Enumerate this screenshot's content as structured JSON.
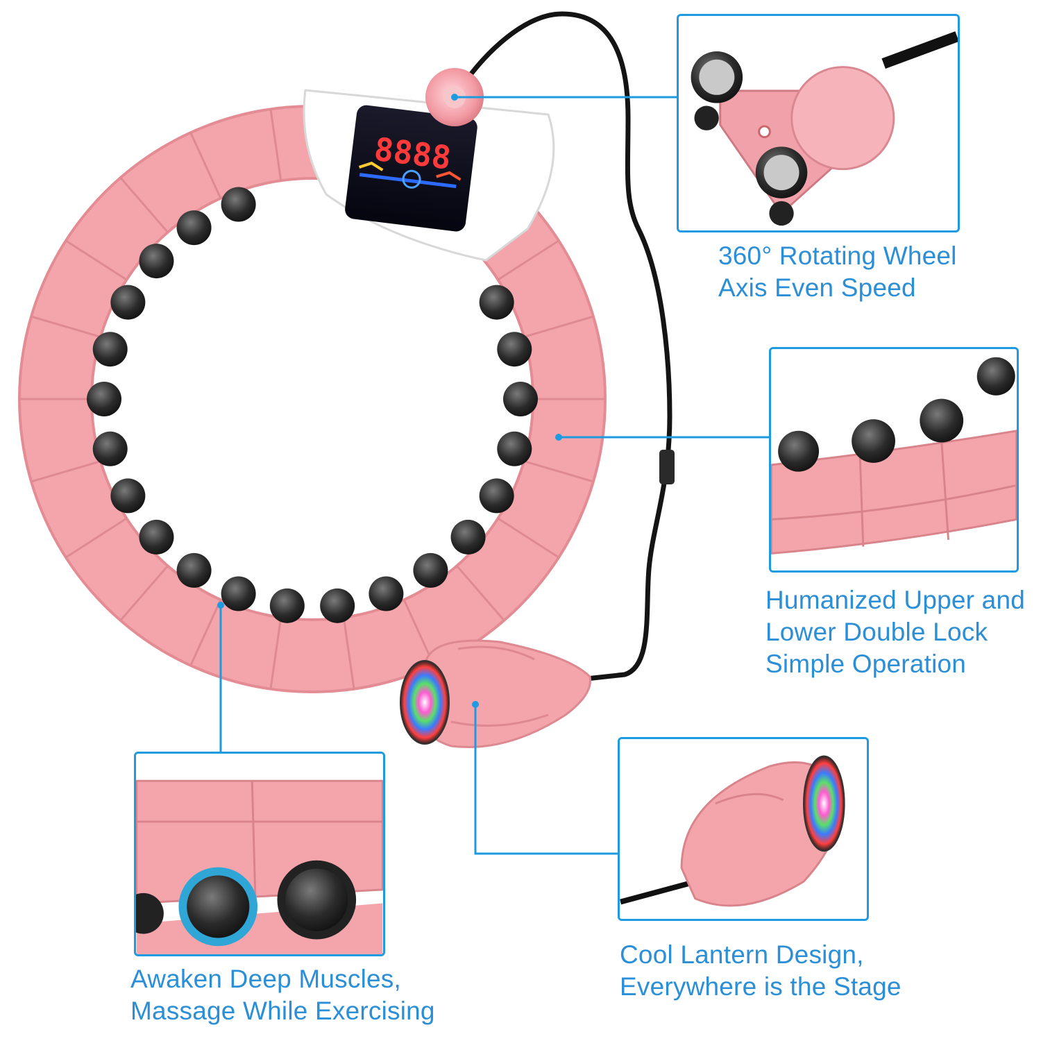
{
  "product": {
    "display_digits": "8888",
    "accent_color": "#1e9be0",
    "body_color": "#f4a3a8",
    "massage_node_color": "#2e2e2e"
  },
  "callouts": [
    {
      "id": "rotating-wheel",
      "lines": [
        "360° Rotating Wheel",
        "Axis Even Speed"
      ]
    },
    {
      "id": "double-lock",
      "lines": [
        "Humanized Upper and",
        "Lower Double Lock",
        "Simple Operation"
      ]
    },
    {
      "id": "lantern",
      "lines": [
        "Cool Lantern Design,",
        "Everywhere is the Stage"
      ]
    },
    {
      "id": "massage",
      "lines": [
        "Awaken Deep Muscles,",
        "Massage While Exercising"
      ]
    }
  ]
}
